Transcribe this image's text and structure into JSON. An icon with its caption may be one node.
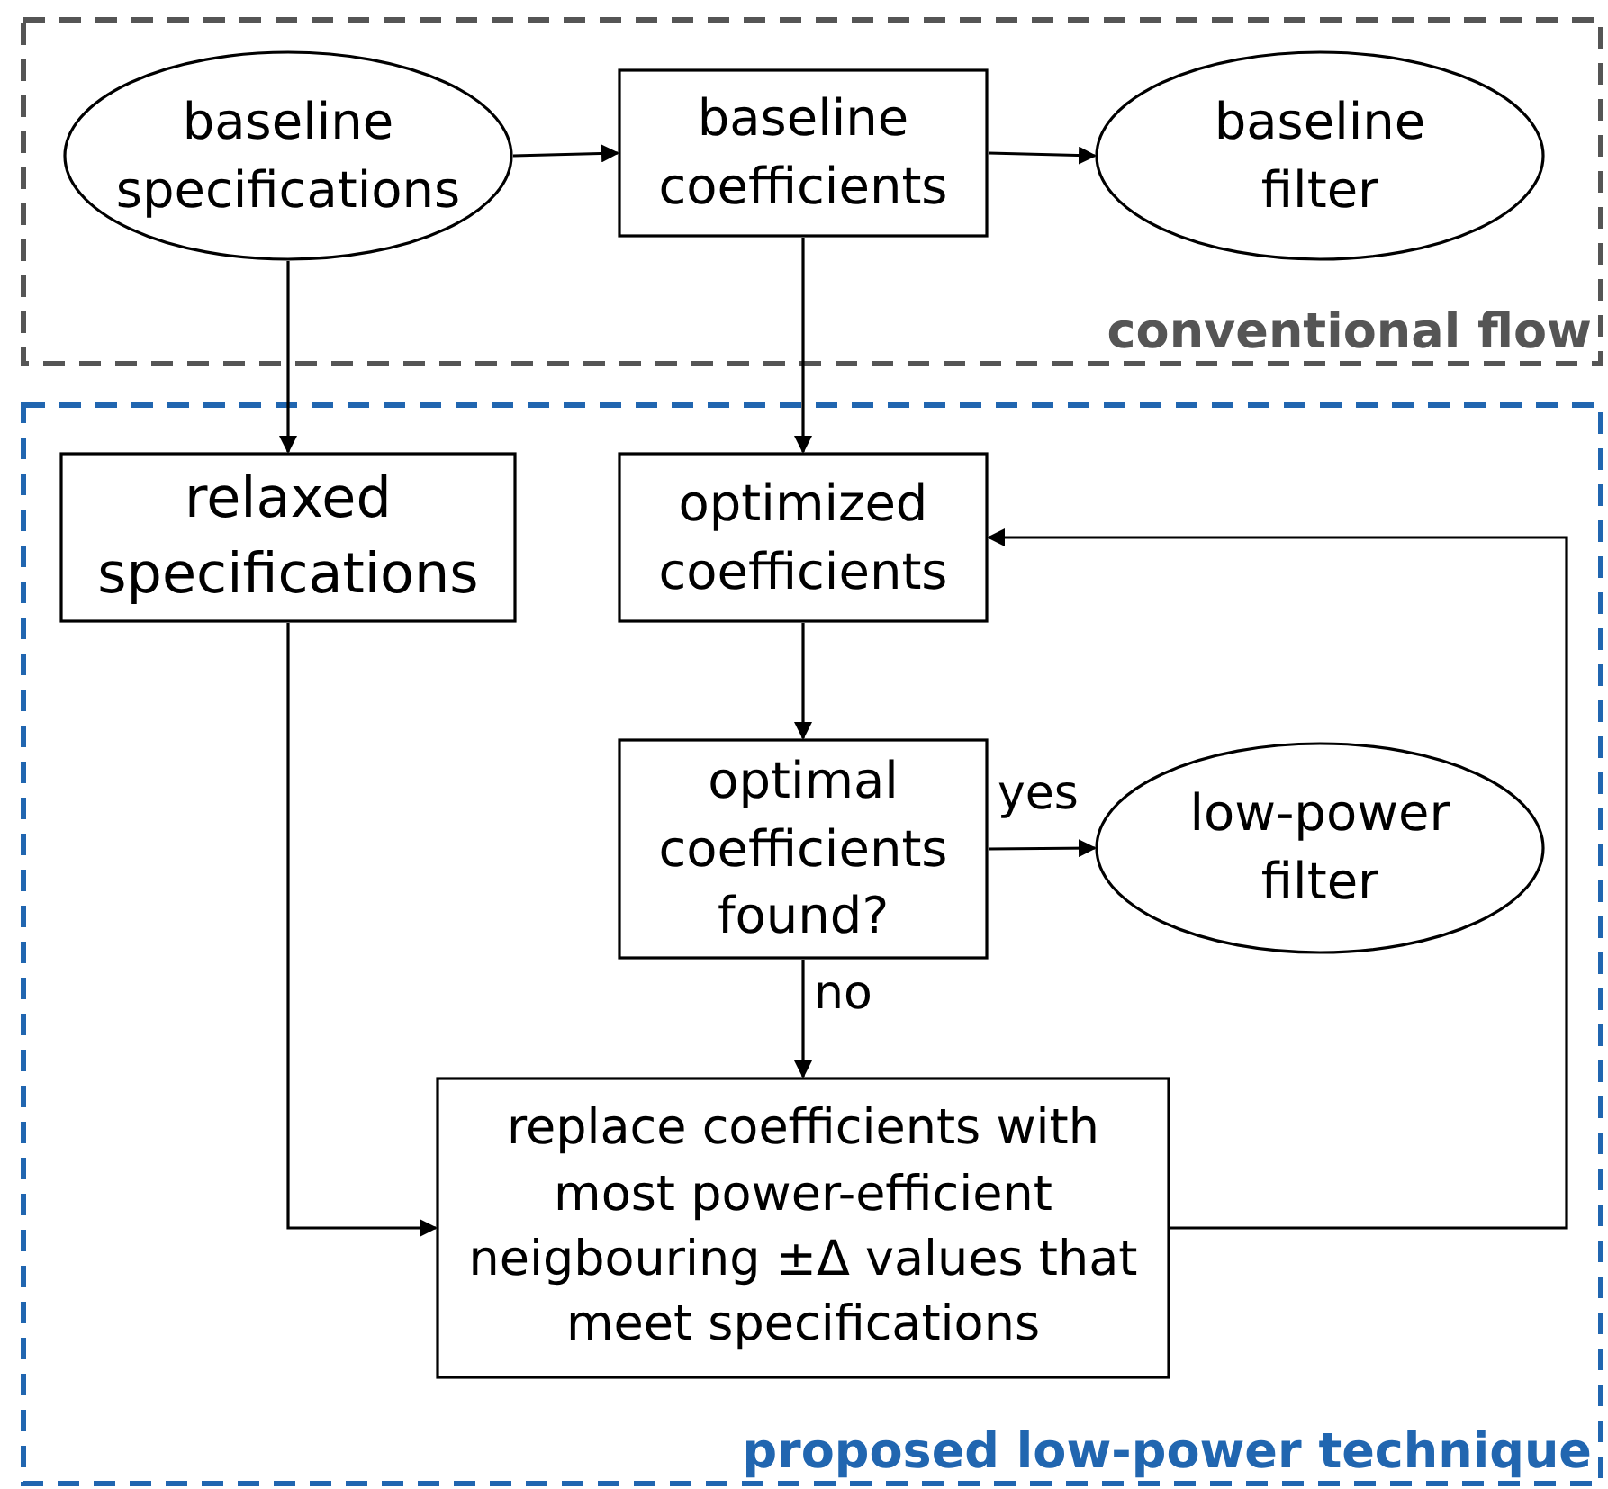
{
  "diagram": {
    "nodes": [
      {
        "text": [
          "conventional flow"
        ]
      },
      {
        "text": [
          "baseline specifications"
        ],
        "in": 0
      },
      {
        "text": [
          "baseline coefficients"
        ],
        "in": 0
      },
      {
        "text": [
          "baseline filter"
        ],
        "in": 0
      },
      {
        "text": [
          "proposed low-power technique"
        ]
      },
      {
        "text": [
          "relaxed specifications"
        ],
        "in": 4
      },
      {
        "text": [
          "optimized coefficients"
        ],
        "in": 4
      },
      {
        "text": [
          "optimal coefficients found?"
        ],
        "in": 4
      },
      {
        "text": [
          "low-power filter"
        ],
        "in": 4
      },
      {
        "text": [
          "replace coefficients with most power-efficient neigbouring ±Δ values that meet specifications"
        ],
        "in": 4
      }
    ],
    "edges": [
      {
        "from": 1,
        "to": 2,
        "arrow": "to"
      },
      {
        "from": 2,
        "to": 3,
        "arrow": "to"
      },
      {
        "from": 1,
        "to": 5,
        "arrow": "to"
      },
      {
        "from": 2,
        "to": 6,
        "arrow": "to"
      },
      {
        "from": 6,
        "to": 7,
        "arrow": "to"
      },
      {
        "from": 7,
        "to": 8,
        "arrow": "to",
        "label": "yes"
      },
      {
        "from": 7,
        "to": 9,
        "arrow": "to",
        "label": "no"
      },
      {
        "from": 5,
        "to": 9,
        "arrow": "to"
      },
      {
        "from": 9,
        "to": 6,
        "arrow": "to"
      }
    ]
  }
}
